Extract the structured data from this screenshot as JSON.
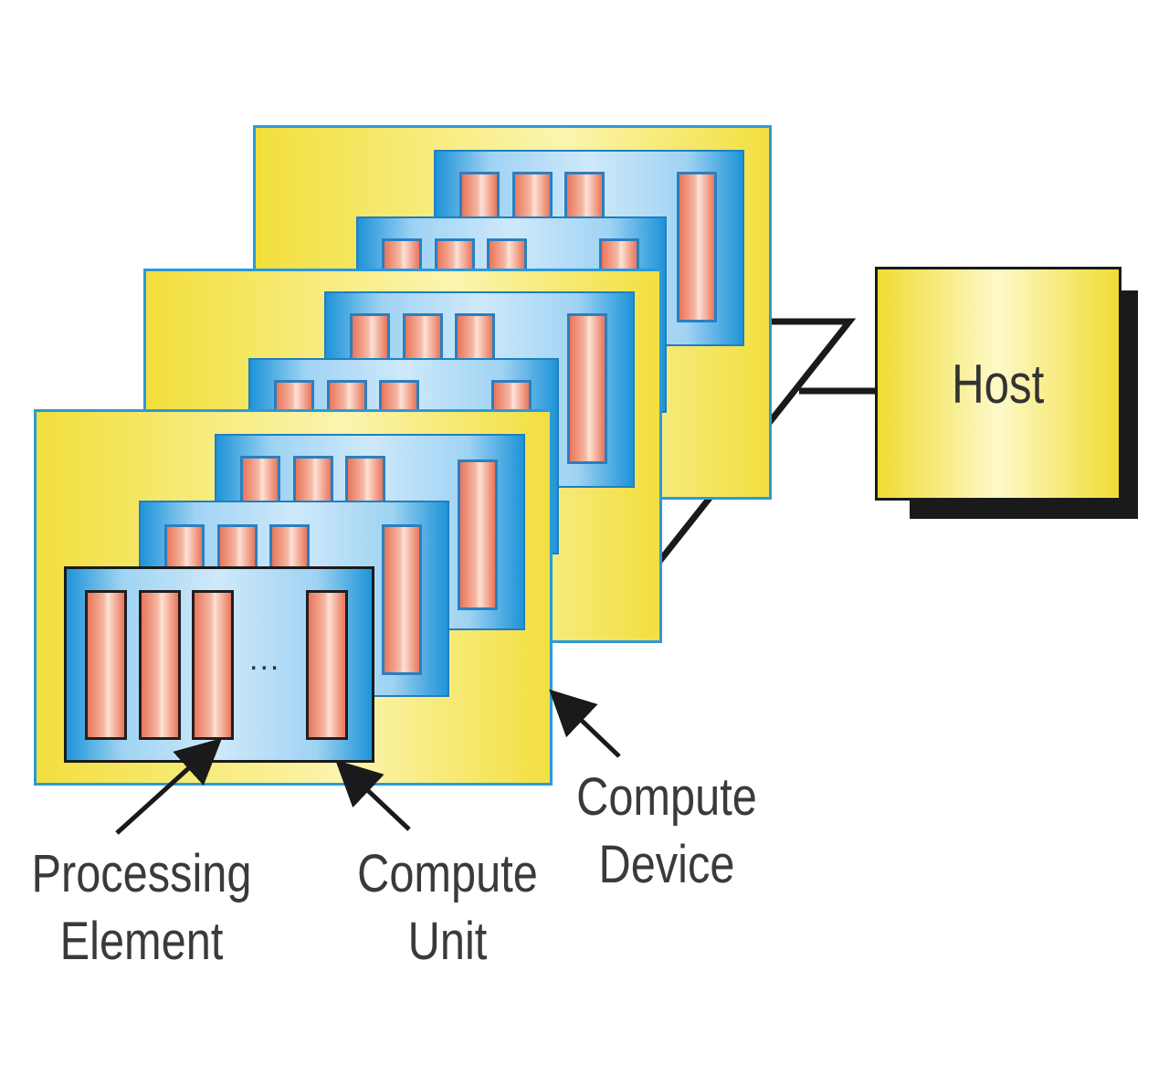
{
  "host": {
    "label": "Host"
  },
  "compute_unit": {
    "ellipsis": "..."
  },
  "labels": {
    "processing_element": [
      "Processing",
      "Element"
    ],
    "compute_unit": [
      "Compute",
      "Unit"
    ],
    "compute_device": [
      "Compute",
      "Device"
    ]
  },
  "colors": {
    "device_fill": "#f2df3c",
    "device_border": "#2b9ad8",
    "compute_unit_fill": "#9fd3f3",
    "processing_element_fill": "#f09a80",
    "connector": "#1a1a1a"
  }
}
